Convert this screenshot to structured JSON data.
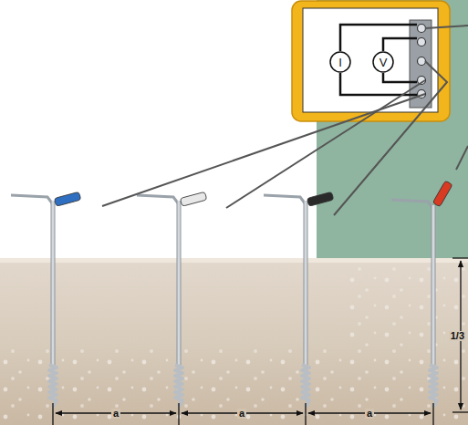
{
  "diagram": {
    "nodes": [
      {
        "text": [
          "I"
        ]
      },
      {
        "text": [
          "V"
        ]
      }
    ],
    "labels": [
      "a",
      "a",
      "a",
      "1/3"
    ]
  }
}
